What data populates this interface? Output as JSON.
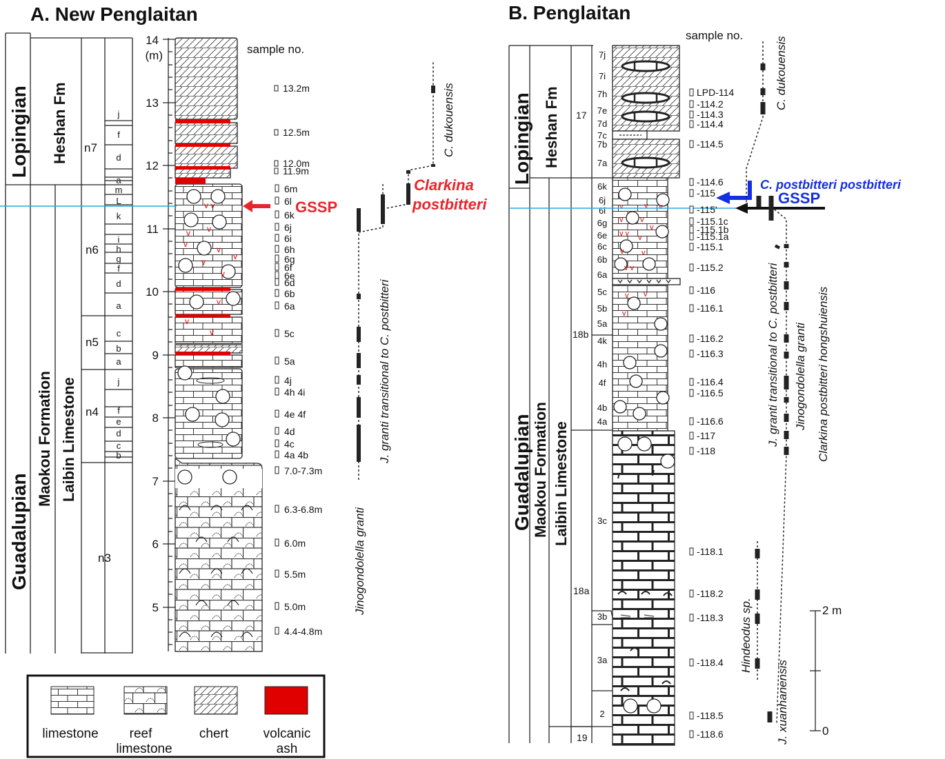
{
  "panel_a": {
    "title": "A. New Penglaitan",
    "series_top": "Lopingian",
    "series_bottom": "Guadalupian",
    "fm_top": "Heshan Fm",
    "fm_bottom": "Maokou Formation",
    "member": "Laibin Limestone",
    "units": [
      "n7",
      "n6",
      "n5",
      "n4",
      "n3"
    ],
    "subunits": [
      "j",
      "f",
      "d",
      "a",
      "m",
      "L",
      "k",
      "i",
      "h",
      "g",
      "f",
      "d",
      "a",
      "c",
      "b",
      "a",
      "j",
      "f",
      "e",
      "d",
      "c",
      "b"
    ],
    "scale_labels": [
      "14",
      "(m)",
      "13",
      "12",
      "11",
      "10",
      "9",
      "8",
      "7",
      "6",
      "5"
    ],
    "sample_header": "sample no.",
    "samples": [
      "13.2m",
      "12.5m",
      "12.0m",
      "11.9m",
      "6m",
      "6l",
      "6k",
      "6j",
      "6i",
      "6h",
      "6g",
      "6f",
      "6e",
      "6d",
      "6b",
      "6a",
      "5c",
      "5a",
      "4j",
      "4h 4i",
      "4e 4f",
      "4d",
      "4c",
      "4a 4b",
      "7.0-7.3m",
      "6.3-6.8m",
      "6.0m",
      "5.5m",
      "5.0m",
      "4.4-4.8m"
    ],
    "gssp": "GSSP",
    "taxa": [
      "Jinogondolella granti",
      "J. granti transitional to C. postbitteri",
      "C. dukouensis"
    ],
    "marker_line1": "Clarkina",
    "marker_line2": "postbitteri"
  },
  "legend": [
    {
      "line1": "limestone",
      "line2": ""
    },
    {
      "line1": "reef",
      "line2": "limestone"
    },
    {
      "line1": "chert",
      "line2": ""
    },
    {
      "line1": "volcanic",
      "line2": "ash"
    }
  ],
  "panel_b": {
    "title": "B. Penglaitan",
    "series_top": "Lopingian",
    "series_bottom": "Guadalupian",
    "fm_top": "Heshan Fm",
    "fm_bottom": "Maokou Formation",
    "member": "Laibin Limestone",
    "beds": [
      "17",
      "18b",
      "18a",
      "19"
    ],
    "subunits": [
      "7j",
      "7i",
      "7h",
      "7e",
      "7d",
      "7c",
      "7b",
      "7a",
      "6k",
      "6j",
      "6i",
      "6g",
      "6e",
      "6c",
      "6b",
      "6a",
      "5c",
      "5b",
      "5a",
      "4k",
      "4h",
      "4f",
      "4b",
      "4a",
      "3c",
      "3b",
      "3a",
      "2"
    ],
    "sample_header": "sample no.",
    "samples": [
      "LPD-114",
      "-114.2",
      "-114.3",
      "-114.4",
      "-114.5",
      "-114.6",
      "-115",
      "-115'",
      "-115.1c",
      "-115.1b",
      "-115.1a",
      "-115.1",
      "-115.2",
      "-116",
      "-116.1",
      "-116.2",
      "-116.3",
      "-116.4",
      "-116.5",
      "-116.6",
      "-117",
      "-118",
      "-118.1",
      "-118.2",
      "-118.3",
      "-118.4",
      "-118.5",
      "-118.6"
    ],
    "gssp": "GSSP",
    "marker": "C. postbitteri postbitteri",
    "taxa": [
      "C. dukouensis",
      "J. granti transitional to C. postbitteri",
      "Jinogondolella granti",
      "Clarkina postbitteri hongshuiensis",
      "Hindeodus sp.",
      "J. xuanhanensis"
    ],
    "scale_top": "2 m",
    "scale_bottom": "0"
  },
  "colors": {
    "gssp_a": "#e8252b",
    "gssp_b": "#1330e0",
    "boundary": "#29a9e0",
    "ash": "#e00000"
  }
}
